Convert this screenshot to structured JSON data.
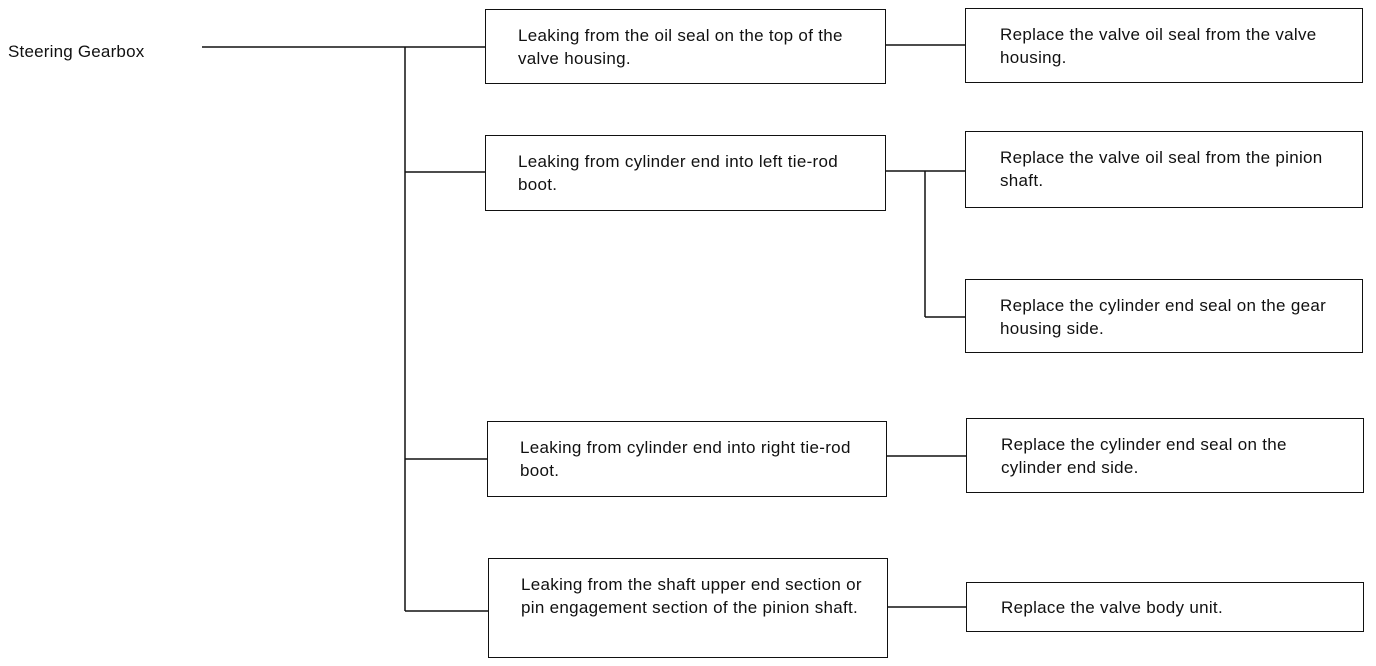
{
  "root": {
    "label": "Steering Gearbox"
  },
  "branches": [
    {
      "symptom": "Leaking from the oil seal on the top of the valve housing.",
      "actions": [
        "Replace the valve oil seal from the valve housing."
      ]
    },
    {
      "symptom": "Leaking from cylinder end into left tie-rod boot.",
      "actions": [
        "Replace the valve oil seal from the pinion shaft.",
        "Replace the cylinder end seal on the gear housing side."
      ]
    },
    {
      "symptom": "Leaking from cylinder end into right tie-rod boot.",
      "actions": [
        "Replace the cylinder end seal on the cylinder end side."
      ]
    },
    {
      "symptom": "Leaking from the shaft upper end section or pin engagement section of the pinion shaft.",
      "actions": [
        "Replace the valve body unit."
      ]
    }
  ]
}
